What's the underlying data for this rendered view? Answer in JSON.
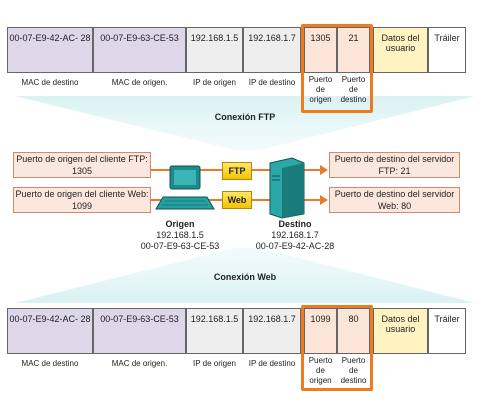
{
  "frame_top": {
    "cells": [
      "00-07-E9-42-AC- 28",
      "00-07-E9-63-CE-53",
      "192.168.1.5",
      "192.168.1.7",
      "1305",
      "21",
      "Datos del usuario",
      "Tráiler"
    ],
    "captions": [
      "MAC de destino",
      "MAC de origen.",
      "IP de origen",
      "IP de destino",
      "Puerto de origen",
      "Puerto de destino"
    ]
  },
  "frame_bottom": {
    "cells": [
      "00-07-E9-42-AC- 28",
      "00-07-E9-63-CE-53",
      "192.168.1.5",
      "192.168.1.7",
      "1099",
      "80",
      "Datos del usuario",
      "Tráiler"
    ],
    "captions": [
      "MAC de destino",
      "MAC de origen.",
      "IP de origen",
      "IP de destino",
      "Puerto de origen",
      "Puerto de destino"
    ]
  },
  "ftp_connection": "Conexión FTP",
  "web_connection": "Conexión Web",
  "client_ftp_port": "Puerto de origen del cliente FTP: 1305",
  "client_web_port": "Puerto de origen del cliente Web: 1099",
  "server_ftp_port": "Puerto de destino del servidor FTP: 21",
  "server_web_port": "Puerto de destino del servidor Web: 80",
  "ftp_tag": "FTP",
  "web_tag": "Web",
  "origin": {
    "title": "Origen",
    "ip": "192.168.1.5",
    "mac": "00-07-E9-63-CE-53"
  },
  "destination": {
    "title": "Destino",
    "ip": "192.168.1.7",
    "mac": "00-07-E9-42-AC-28"
  },
  "colors": {
    "mac_cell": "#ded7ea",
    "ip_cell": "#eeeeee",
    "port_cell": "#fbe4d8",
    "data_cell": "#fff3c2",
    "highlight": "#f07a1e",
    "funnel": "#cfeeee",
    "arrow": "#e87a2a"
  }
}
